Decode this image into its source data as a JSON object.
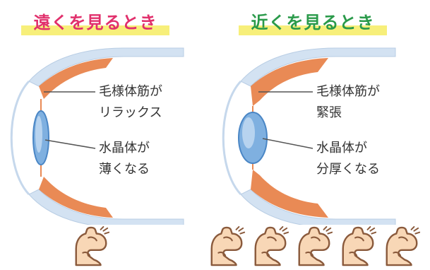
{
  "colors": {
    "far_title": "#e1306c",
    "near_title": "#2a9a4a",
    "highlight": "#f7ef7a",
    "sclera": "#d3e2f2",
    "muscle": "#e98a55",
    "lens": "#7fb0e0",
    "text": "#333333",
    "skin": "#f8d7b6",
    "outline": "#8a5a3c"
  },
  "far": {
    "title": "遠くを見るとき",
    "muscle_label": [
      "毛様体筋が",
      "リラックス"
    ],
    "lens_label": [
      "水晶体が",
      "薄くなる"
    ],
    "muscle_icon_count": 1
  },
  "near": {
    "title": "近くを見るとき",
    "muscle_label": [
      "毛様体筋が",
      "緊張"
    ],
    "lens_label": [
      "水晶体が",
      "分厚くなる"
    ],
    "muscle_icon_count": 5
  }
}
